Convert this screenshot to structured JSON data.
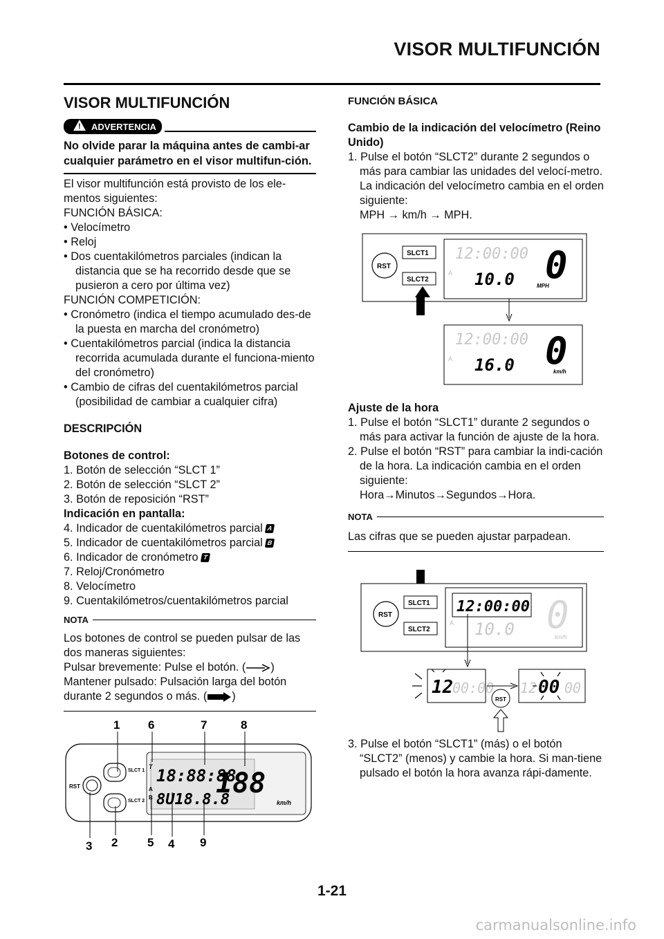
{
  "header": {
    "title": "VISOR MULTIFUNCIÓN"
  },
  "left": {
    "title": "VISOR MULTIFUNCIÓN",
    "warning_label": "ADVERTENCIA",
    "warning_text": "No olvide parar la máquina antes de cambi-ar cualquier parámetro en el visor multifun-ción.",
    "intro": "El visor multifunción está provisto de los ele-mentos siguientes:",
    "basic_heading": "FUNCIÓN BÁSICA:",
    "basic_items": [
      "• Velocímetro",
      "• Reloj",
      "• Dos cuentakilómetros parciales (indican la distancia que se ha recorrido desde que se pusieron a cero por última vez)"
    ],
    "comp_heading": "FUNCIÓN COMPETICIÓN:",
    "comp_items": [
      "• Cronómetro (indica el tiempo acumulado des-de la puesta en marcha del cronómetro)",
      "• Cuentakilómetros parcial (indica la distancia recorrida acumulada durante el funciona-miento del cronómetro)",
      "• Cambio de cifras del cuentakilómetros parcial (posibilidad de cambiar a cualquier cifra)"
    ],
    "desc_heading": "DESCRIPCIÓN",
    "buttons_heading": "Botones de control:",
    "buttons_items": [
      "1. Botón de selección “SLCT 1”",
      "2. Botón de selección “SLCT 2”",
      "3. Botón de reposición “RST”"
    ],
    "display_heading": "Indicación en pantalla:",
    "display_items": [
      {
        "text": "4. Indicador de cuentakilómetros parcial",
        "icon": "A"
      },
      {
        "text": "5. Indicador de cuentakilómetros parcial",
        "icon": "B"
      },
      {
        "text": "6. Indicador de cronómetro",
        "icon": "T"
      },
      {
        "text": "7. Reloj/Cronómetro",
        "icon": ""
      },
      {
        "text": "8. Velocímetro",
        "icon": ""
      },
      {
        "text": "9. Cuentakilómetros/cuentakilómetros parcial",
        "icon": ""
      }
    ],
    "note_label": "NOTA",
    "note_text": "Los botones de control se pueden pulsar de las dos maneras siguientes:",
    "note_short": "Pulsar brevemente: Pulse el botón. (",
    "note_short_end": ")",
    "note_long": "Mantener pulsado: Pulsación larga del botón durante 2 segundos o más. (",
    "note_long_end": ")",
    "diagram": {
      "callouts_top": [
        "1",
        "6",
        "7",
        "8"
      ],
      "callouts_bottom": [
        "3",
        "2",
        "5",
        "4",
        "9"
      ],
      "slct1": "SLCT 1",
      "slct2": "SLCT 2",
      "rst": "RST",
      "clock": "18:88:88",
      "odo": "8U18.8.8",
      "speed": "188",
      "unit": "km/h",
      "ind_t": "T",
      "ind_a": "A",
      "ind_b": "B"
    }
  },
  "right": {
    "basic_heading": "FUNCIÓN BÁSICA",
    "uk_heading": "Cambio de la indicación del velocímetro (Reino Unido)",
    "uk_step": "1. Pulse el botón “SLCT2” durante 2 segundos o más para cambiar las unidades del velocí-metro. La indicación del velocímetro cambia en el orden siguiente:",
    "uk_sequence": "MPH → km/h → MPH.",
    "fig1": {
      "rst": "RST",
      "slct1": "SLCT1",
      "slct2": "SLCT2",
      "clock": "12:00:00",
      "odo_top": "10.0",
      "odo_bottom": "16.0",
      "speed": "0",
      "unit_top": "MPH",
      "unit_bottom": "km/h",
      "ind": "A"
    },
    "time_heading": "Ajuste de la hora",
    "time_steps": [
      "1. Pulse el botón “SLCT1” durante 2 segundos o más para activar la función de ajuste de la hora.",
      "2. Pulse el botón “RST” para cambiar la indi-cación de la hora. La indicación cambia en el orden siguiente:"
    ],
    "time_sequence": "Hora→Minutos→Segundos→Hora.",
    "note_label": "NOTA",
    "note_text": "Las cifras que se pueden ajustar parpadean.",
    "fig2": {
      "rst": "RST",
      "slct1": "SLCT1",
      "slct2": "SLCT2",
      "clock": "12:00:00",
      "odo": "10.0",
      "speed": "0",
      "unit": "km/h",
      "ind": "A",
      "blink1": "12",
      "blink1_rest": "00:00",
      "blink2_a": "12",
      "blink2": "00",
      "blink2_rest": "00"
    },
    "step3": "3. Pulse el botón “SLCT1” (más) o el botón “SLCT2” (menos) y cambie la hora. Si man-tiene pulsado el botón la hora avanza rápi-damente."
  },
  "footer": {
    "page": "1-21"
  },
  "watermark": "carmanualsonline.info"
}
